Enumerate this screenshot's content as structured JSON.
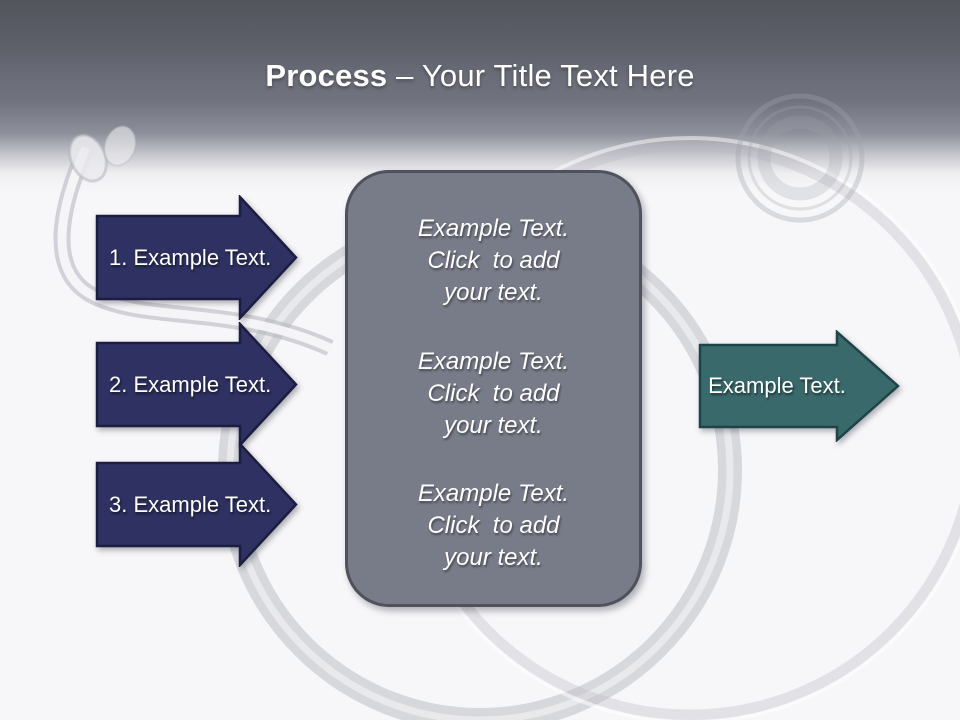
{
  "slide": {
    "title": {
      "bold": "Process",
      "rest": " – Your Title Text Here"
    },
    "left_arrows": [
      {
        "label": "1. Example Text."
      },
      {
        "label": "2. Example Text."
      },
      {
        "label": "3. Example Text."
      }
    ],
    "center_box": {
      "items": [
        "Example Text.\nClick  to add\nyour text.",
        "Example Text.\nClick  to add\nyour text.",
        "Example Text.\nClick  to add\nyour text."
      ]
    },
    "right_arrow": {
      "label": "Example Text."
    },
    "watermark": "stethoscope-photo",
    "colors": {
      "navy_arrow_fill": "#2e3161",
      "navy_arrow_border": "#1b1e40",
      "teal_arrow_fill": "#3a696b",
      "teal_arrow_border": "#1d4547",
      "center_box_fill": "#787c89",
      "center_box_border": "#4f525d",
      "header_gradient_top": "#53555d",
      "background": "#f7f7f9",
      "text": "#ffffff"
    }
  }
}
